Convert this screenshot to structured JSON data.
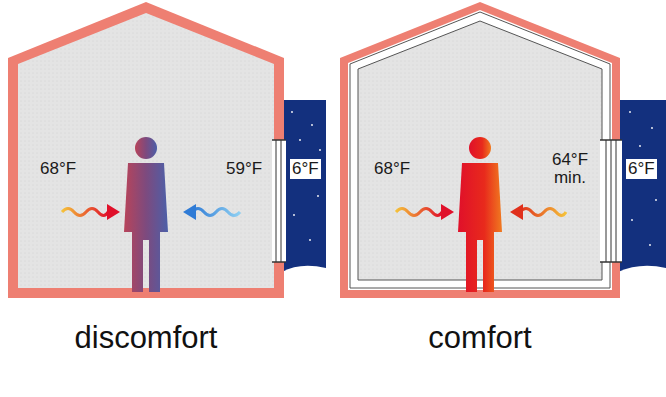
{
  "diagram": {
    "labels": [
      "68°F",
      "59°F",
      "6°F",
      "68°F",
      "64°F min.",
      "6°F",
      "discomfort",
      "comfort"
    ]
  }
}
